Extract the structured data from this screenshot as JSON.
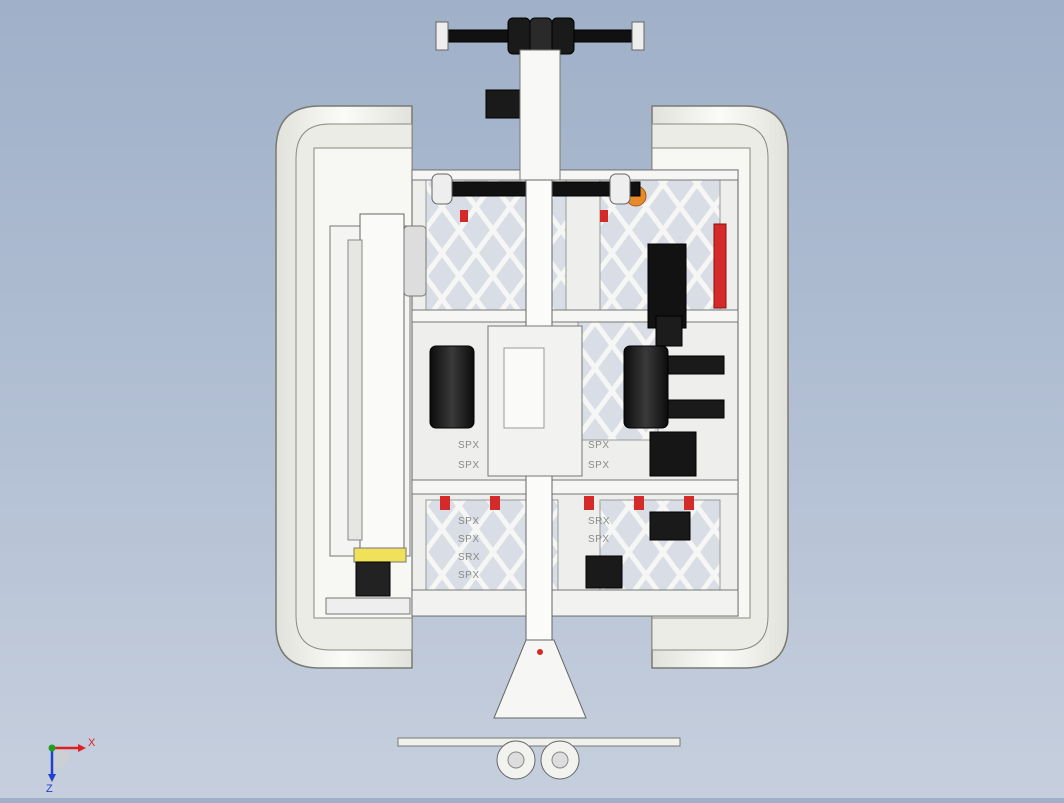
{
  "viewport": {
    "background_top": "#9fb0c8",
    "background_bottom": "#c6cfdd",
    "model_part_color": "#f4f4f2",
    "outline_color": "#6e6e6e",
    "accent_red": "#d42a2a",
    "accent_orange": "#e8892a",
    "motor_color": "#151515"
  },
  "plates": {
    "labels_row_left": [
      "SPX",
      "SPX",
      "SPX",
      "SPX",
      "SRX"
    ],
    "labels_row_mid": [
      "SPX",
      "SPX"
    ],
    "labels_row_right": [
      "SPX",
      "SPX",
      "SRX",
      "SPX"
    ]
  },
  "triad": {
    "x_label": "X",
    "z_label": "Z",
    "x_color": "#e02020",
    "z_color": "#2040d0",
    "y_color": "#20a020"
  }
}
